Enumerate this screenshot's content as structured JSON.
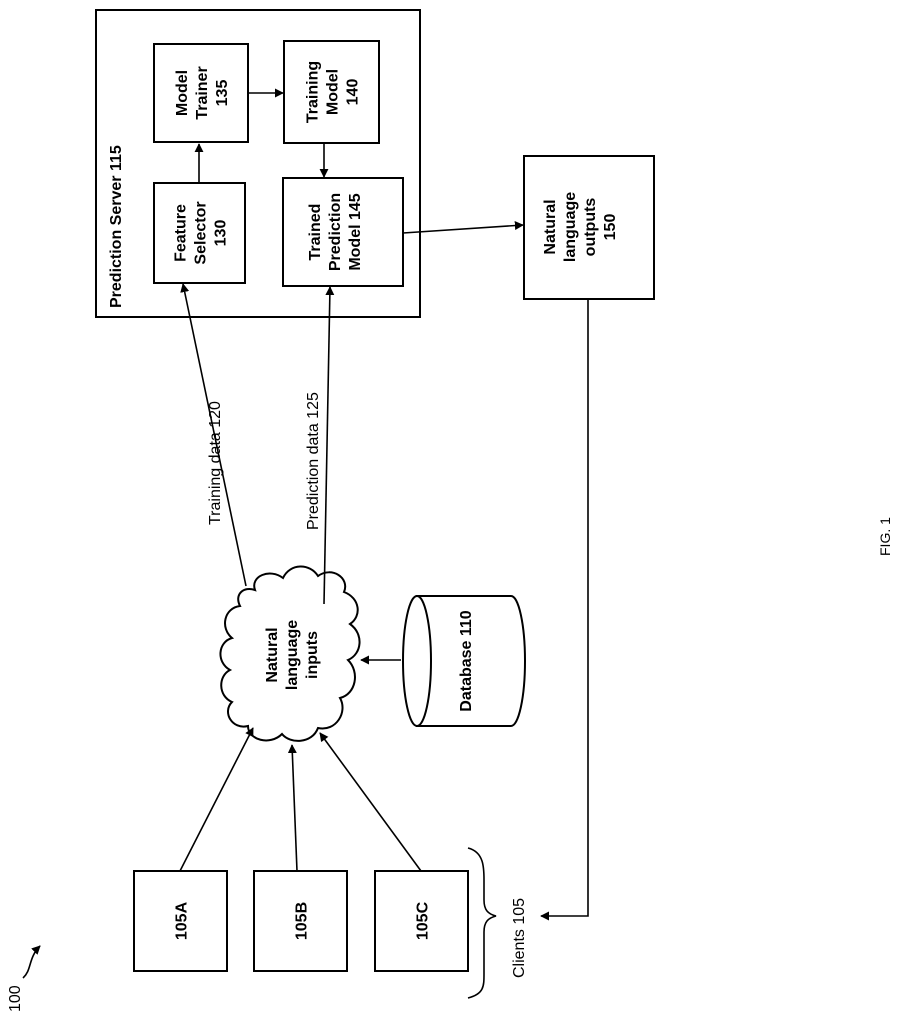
{
  "figure": {
    "reference": "100",
    "caption": "FIG. 1"
  },
  "prediction_server": {
    "label": "Prediction Server 115",
    "feature_selector": [
      "Feature",
      "Selector",
      "130"
    ],
    "model_trainer": [
      "Model",
      "Trainer",
      "135"
    ],
    "training_model": [
      "Training",
      "Model",
      "140"
    ],
    "trained_prediction_model": [
      "Trained",
      "Prediction",
      "Model 145"
    ]
  },
  "outputs": {
    "label": [
      "Natural",
      "language",
      "outputs",
      "150"
    ]
  },
  "inputs": {
    "label": [
      "Natural",
      "language",
      "inputs"
    ]
  },
  "edges": {
    "training_data": "Training data 120",
    "prediction_data": "Prediction data 125"
  },
  "database": {
    "label": "Database 110"
  },
  "clients": {
    "group_label": "Clients 105",
    "client_a": "105A",
    "client_b": "105B",
    "client_c": "105C"
  }
}
